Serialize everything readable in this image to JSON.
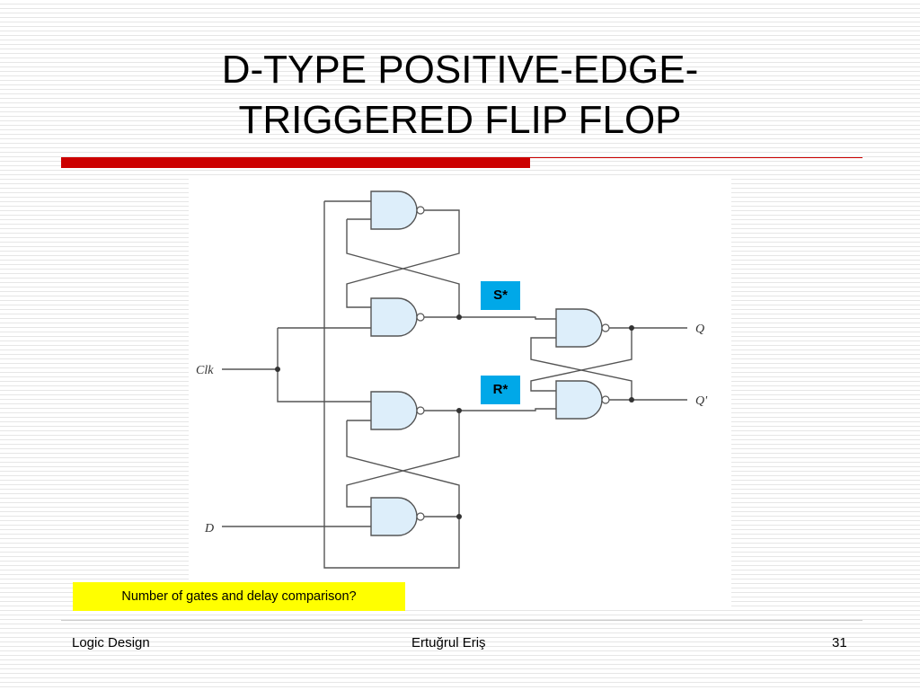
{
  "slide": {
    "title_line1": "D-TYPE POSITIVE-EDGE-",
    "title_line2": "TRIGGERED FLIP FLOP"
  },
  "colors": {
    "accent_red": "#cc0000",
    "tag_blue": "#00a8e8",
    "note_yellow": "#ffff00",
    "gate_fill": "#ddeefa"
  },
  "circuit": {
    "inputs": {
      "clk": "Clk",
      "d": "D"
    },
    "outputs": {
      "q": "Q",
      "q_bar": "Q'"
    },
    "tags": {
      "s": "S*",
      "r": "R*"
    }
  },
  "note": "Number of gates and delay comparison?",
  "footer": {
    "left": "Logic Design",
    "center": "Ertuğrul Eriş",
    "page": "31"
  }
}
